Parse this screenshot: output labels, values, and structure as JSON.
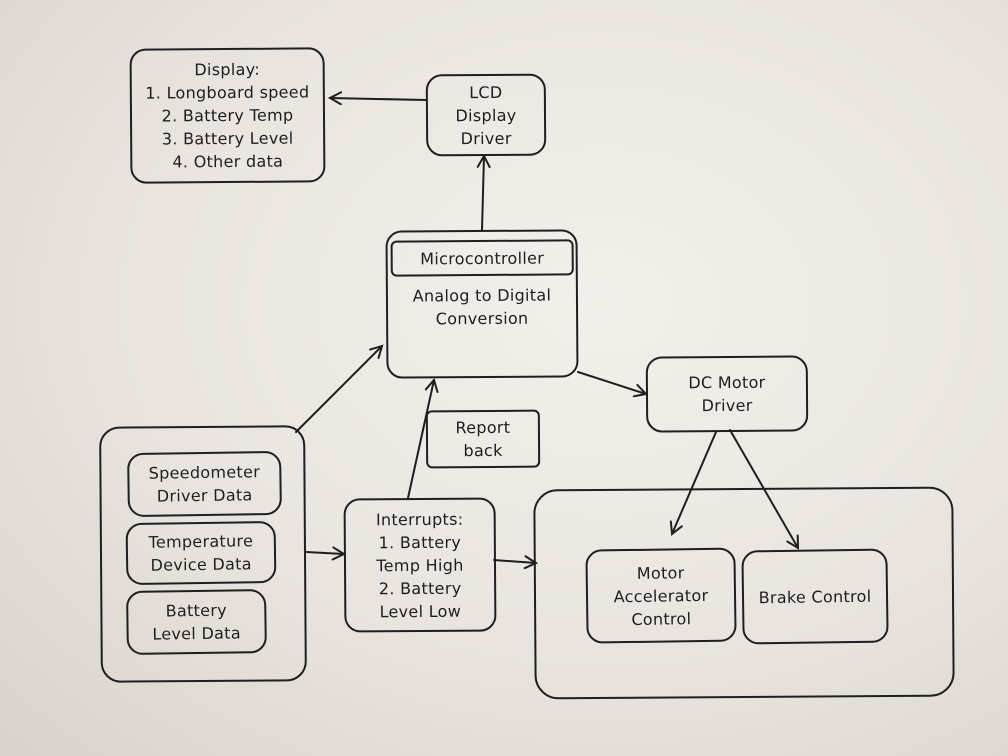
{
  "diagram": {
    "display_box": "Display:\n1. Longboard speed\n2. Battery Temp\n3. Battery Level\n4. Other data",
    "lcd_driver": "LCD\nDisplay\nDriver",
    "microcontroller": {
      "title": "Microcontroller",
      "body": "Analog to Digital\nConversion"
    },
    "dc_motor_driver": "DC Motor\nDriver",
    "report_back": "Report\nback",
    "sensor_inputs": {
      "speedometer": "Speedometer\nDriver Data",
      "temperature": "Temperature\nDevice Data",
      "battery": "Battery\nLevel Data"
    },
    "interrupts": "Interrupts:\n1. Battery\nTemp High\n2. Battery\nLevel Low",
    "motor_accelerator": "Motor\nAccelerator\nControl",
    "brake_control": "Brake Control"
  },
  "colors": {
    "ink": "#1f1f1f",
    "paper": "#efebe7"
  }
}
